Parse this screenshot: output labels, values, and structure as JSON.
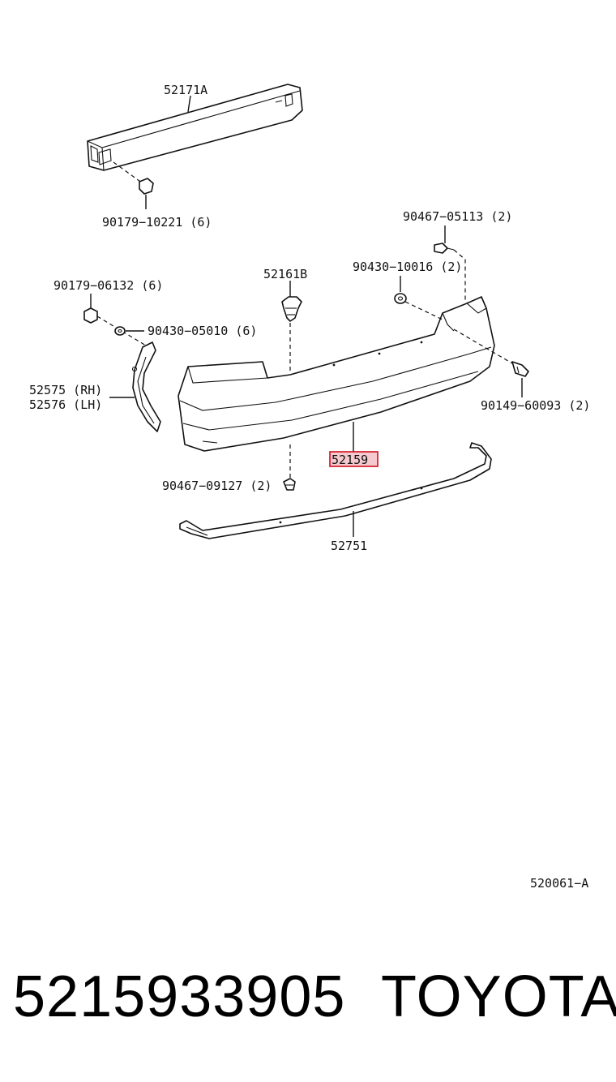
{
  "labels": {
    "reinforcement": "52171A",
    "nut_top": "90179−10221 (6)",
    "clip_top_right": "90467−05113 (2)",
    "retainer": "52161B",
    "washer_right": "90430−10016 (2)",
    "nut_left": "90179−06132 (6)",
    "washer_left": "90430−05010 (6)",
    "bracket_rh": "52575 (RH)",
    "bracket_lh": "52576 (LH)",
    "bolt_right": "90149−60093 (2)",
    "bumper_cover": "52159",
    "clip_bottom": "90467−09127 (2)",
    "molding": "52751",
    "diagram_code": "520061−A"
  },
  "footer": {
    "part_number": "5215933905",
    "brand": "TOYOTA"
  }
}
